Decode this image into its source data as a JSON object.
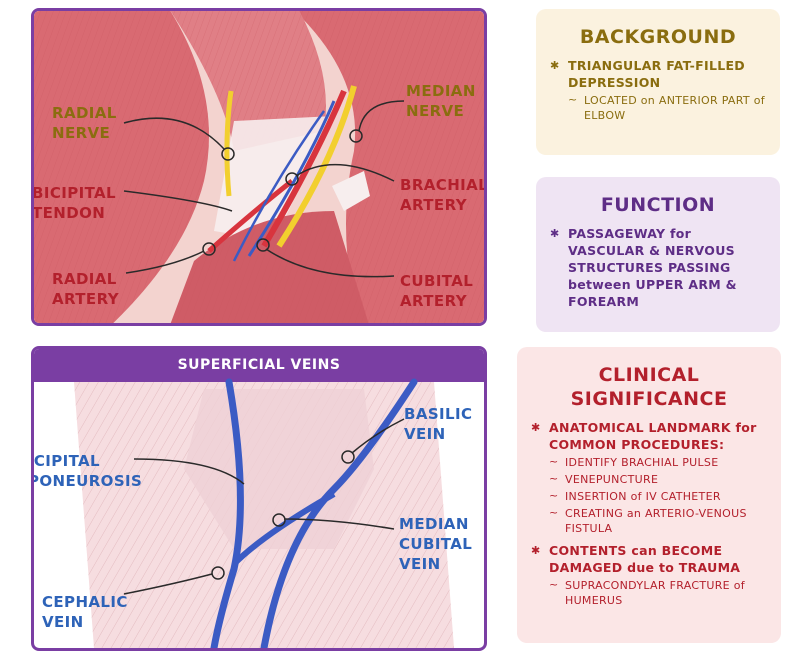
{
  "top_panel": {
    "labels": {
      "radial_nerve": "RADIAL\nNERVE",
      "median_nerve": "MEDIAN\nNERVE",
      "bicipital_tendon": "BICIPITAL\nTENDON",
      "brachial_artery": "BRACHIAL\nARTERY",
      "radial_artery": "RADIAL\nARTERY",
      "cubital_artery": "CUBITAL\nARTERY"
    }
  },
  "bottom_panel": {
    "header": "SUPERFICIAL VEINS",
    "labels": {
      "basilic_vein": "BASILIC\nVEIN",
      "bicipital_aponeurosis": "BICIPITAL\nAPONEUROSIS",
      "median_cubital_vein": "MEDIAN\nCUBITAL\nVEIN",
      "cephalic_vein": "CEPHALIC\nVEIN"
    }
  },
  "background_card": {
    "title": "BACKGROUND",
    "bullets": [
      {
        "text": "TRIANGULAR FAT-FILLED DEPRESSION",
        "subs": [
          "LOCATED on ANTERIOR PART of ELBOW"
        ]
      }
    ]
  },
  "function_card": {
    "title": "FUNCTION",
    "bullets": [
      {
        "text": "PASSAGEWAY for VASCULAR & NERVOUS STRUCTURES PASSING between UPPER ARM & FOREARM",
        "subs": []
      }
    ]
  },
  "clinical_card": {
    "title": "CLINICAL\nSIGNIFICANCE",
    "bullets": [
      {
        "text": "ANATOMICAL LANDMARK for COMMON PROCEDURES:",
        "subs": [
          "IDENTIFY BRACHIAL PULSE",
          "VENEPUNCTURE",
          "INSERTION of IV CATHETER",
          "CREATING an ARTERIO-VENOUS FISTULA"
        ]
      },
      {
        "text": "CONTENTS can BECOME DAMAGED due to TRAUMA",
        "subs": [
          "SUPRACONDYLAR FRACTURE of HUMERUS"
        ]
      }
    ]
  },
  "colors": {
    "panel_border": "#7a3ea3",
    "muscle": "#d9737a",
    "artery": "#d8343e",
    "vein": "#3b5bc4",
    "nerve": "#f2cf2e",
    "background_card": "#fbf2df",
    "function_card": "#efe4f3",
    "clinical_card": "#fbe6e6"
  }
}
